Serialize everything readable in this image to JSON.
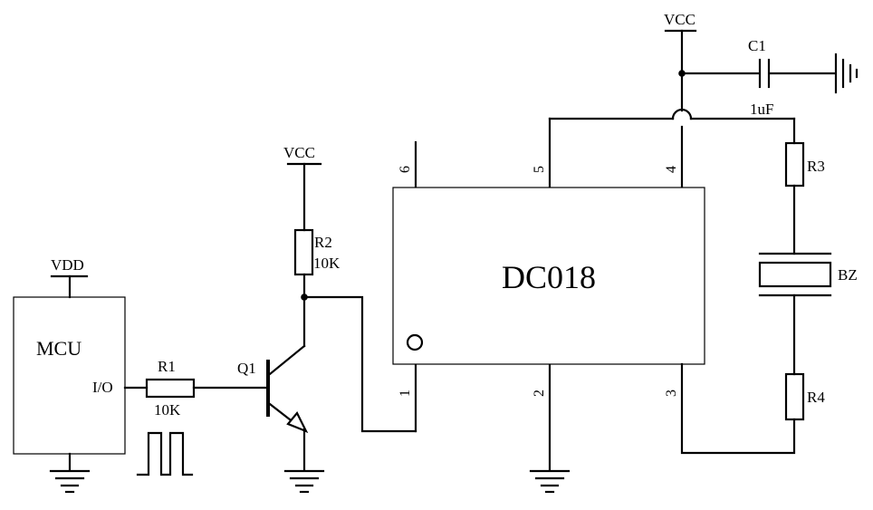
{
  "labels": {
    "vcc_top": "VCC",
    "vcc_mid": "VCC",
    "vdd": "VDD",
    "c1_name": "C1",
    "c1_value": "1uF",
    "r1_name": "R1",
    "r1_value": "10K",
    "r2_name": "R2",
    "r2_value": "10K",
    "r3_name": "R3",
    "r4_name": "R4",
    "bz_name": "BZ",
    "q1_name": "Q1",
    "mcu_name": "MCU",
    "mcu_io": "I/O",
    "ic_name": "DC018"
  },
  "pins": {
    "p1": "1",
    "p2": "2",
    "p3": "3",
    "p4": "4",
    "p5": "5",
    "p6": "6"
  }
}
